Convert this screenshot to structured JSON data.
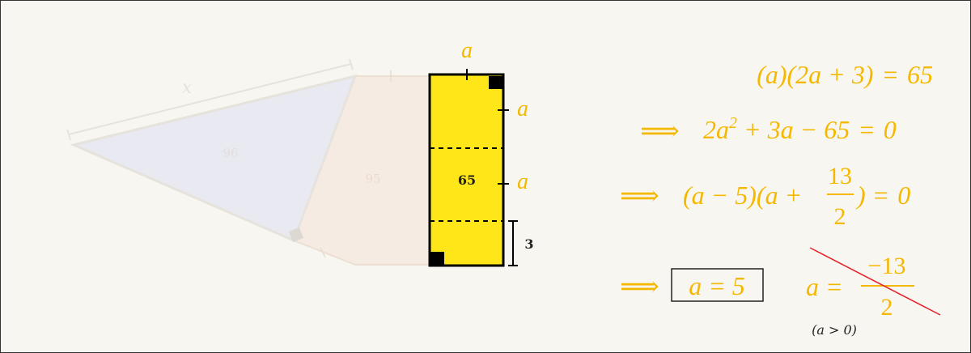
{
  "colors": {
    "background": "#f8f6f0",
    "highlight_rect": "#ffe619",
    "faded_triangle": "#e9e9f1",
    "faded_trapezoid": "#f6ebe2",
    "equation_color": "#f5b800",
    "strike_color": "#e8202a"
  },
  "diagram": {
    "faded_labels": {
      "x": "x",
      "triangle_area": "96",
      "trapezoid_area": "95"
    },
    "rect": {
      "area": "65",
      "top_label": "a",
      "side_label_1": "a",
      "side_label_2": "a",
      "dim_label": "3"
    }
  },
  "equations": {
    "line1": {
      "lhs": "(a)(2a + 3)",
      "eq": "=",
      "rhs": "65"
    },
    "line2": {
      "arrow": "⟹",
      "lhs_a": "2a",
      "sup": "2",
      "lhs_rest": " + 3a − 65",
      "eq": "=",
      "rhs": "0"
    },
    "line3": {
      "arrow": "⟹",
      "lhs": "(a − 5)(a +",
      "frac_num": "13",
      "frac_den": "2",
      "close": ")",
      "eq": "=",
      "rhs": "0"
    },
    "line4": {
      "arrow": "⟹",
      "boxed": "a = 5"
    },
    "rejected": {
      "lhs": "a =",
      "frac_num": "−13",
      "frac_den": "2"
    },
    "condition": "(a > 0)"
  }
}
